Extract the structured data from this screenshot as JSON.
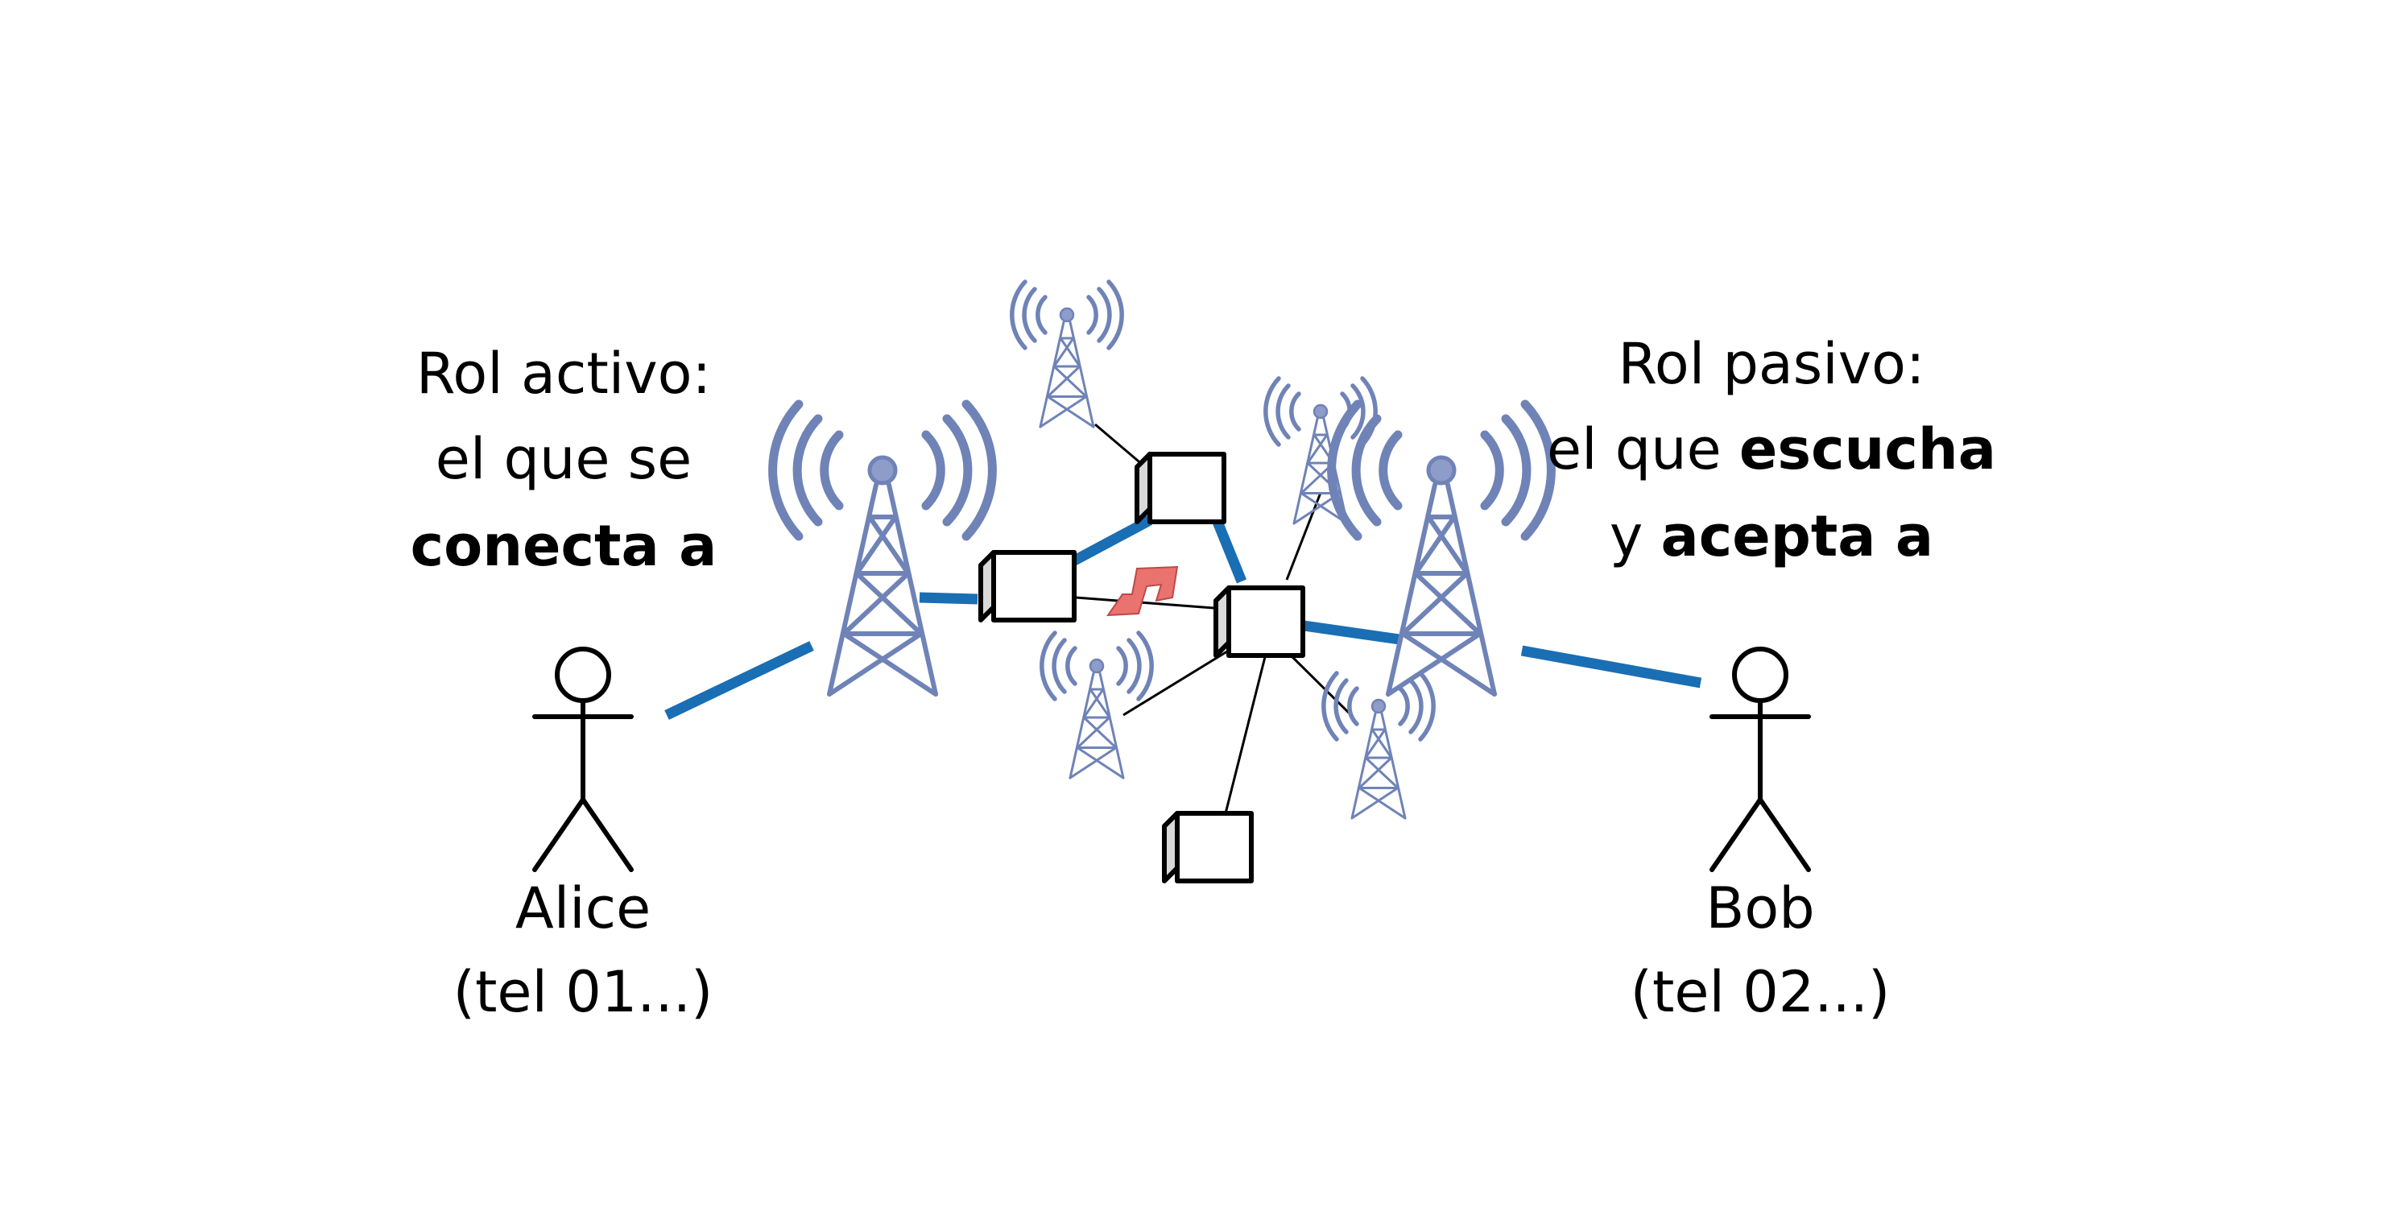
{
  "active_role": {
    "line1": "Rol activo:",
    "line2": "el que se",
    "line3_bold": "conecta a"
  },
  "passive_role": {
    "line1": "Rol pasivo:",
    "line2_plain": "el que ",
    "line2_bold": "escucha",
    "line3_plain": "y ",
    "line3_bold": "acepta a"
  },
  "alice": {
    "name": "Alice",
    "phone": "(tel 01...)"
  },
  "bob": {
    "name": "Bob",
    "phone": "(tel 02...)"
  },
  "colors": {
    "connection": "#1a6eb4",
    "tower": "#6f83b7",
    "failure_bolt": "#e8736f"
  },
  "icons": [
    "stick-figure-icon",
    "radio-tower-icon",
    "network-switch-box-icon",
    "lightning-bolt-icon"
  ]
}
